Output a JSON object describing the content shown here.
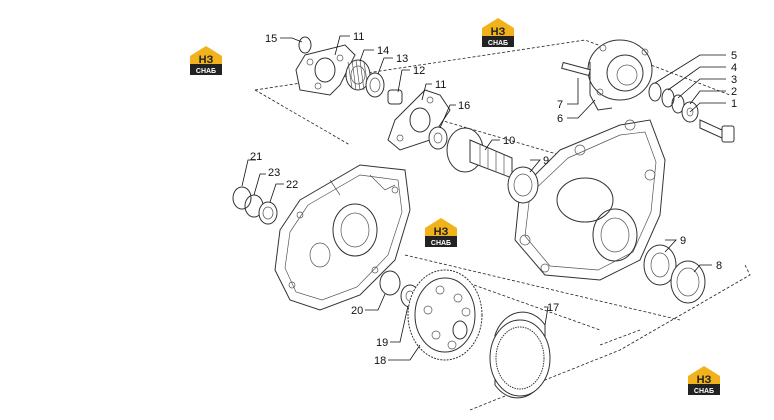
{
  "logo": {
    "letters": "НЗ",
    "caption": "СНАБ"
  },
  "callouts": [
    "1",
    "2",
    "3",
    "4",
    "5",
    "6",
    "7",
    "8",
    "9",
    "9",
    "10",
    "11",
    "11",
    "12",
    "13",
    "14",
    "15",
    "16",
    "17",
    "18",
    "19",
    "20",
    "21",
    "22",
    "23"
  ]
}
